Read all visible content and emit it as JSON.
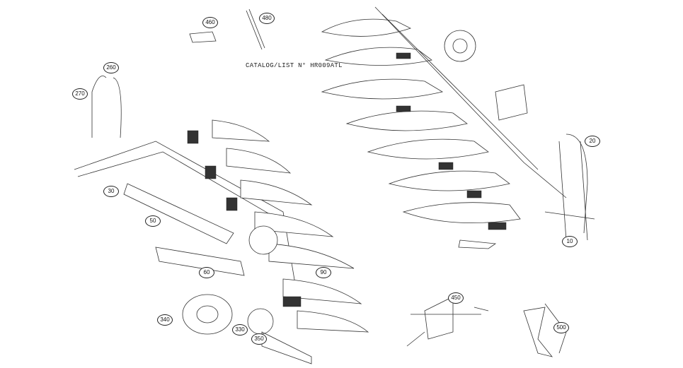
{
  "diagram": {
    "catalog_label": "CATALOG/LIST N° HR009ATL",
    "callouts": [
      "460",
      "480",
      "260",
      "270",
      "30",
      "50",
      "60",
      "90",
      "340",
      "330",
      "350",
      "20",
      "10",
      "450",
      "500"
    ]
  }
}
